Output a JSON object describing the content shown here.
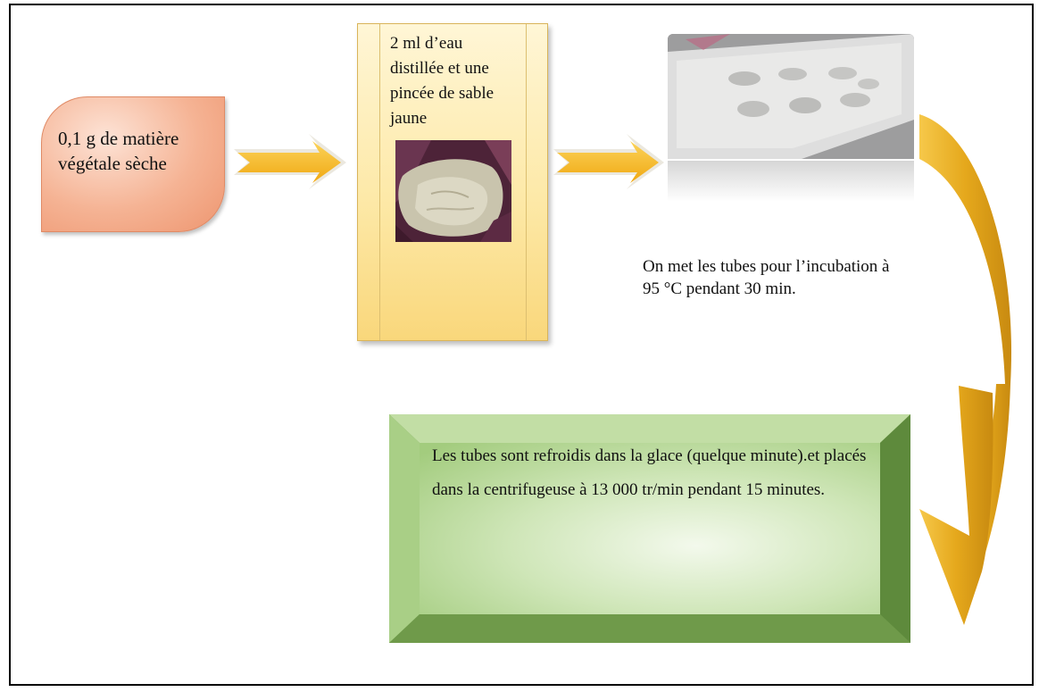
{
  "steps": {
    "sample": "0,1 g de matière végétale sèche",
    "water_sand": "2 ml d’eau distillée et une pincée de sable jaune",
    "incubation": "On met les tubes pour l’incubation à 95 °C pendant 30 min.",
    "centrifuge": "Les tubes sont refroidis dans la glace (quelque minute).et placés dans la centrifugeuse à 13 000 tr/min pendant 15 minutes."
  },
  "colors": {
    "sample_box": "#f5b394",
    "water_box": "#fde9a8",
    "arrow": "#f4b41a",
    "curved_arrow": "#d89a16",
    "result_box": "#a6cf82"
  }
}
